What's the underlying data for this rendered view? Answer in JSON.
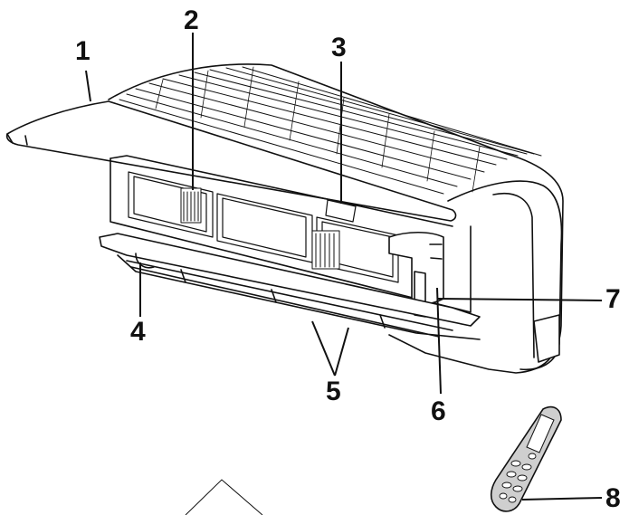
{
  "callouts": [
    {
      "id": "1",
      "text": "1"
    },
    {
      "id": "2",
      "text": "2"
    },
    {
      "id": "3",
      "text": "3"
    },
    {
      "id": "4",
      "text": "4"
    },
    {
      "id": "5",
      "text": "5"
    },
    {
      "id": "6",
      "text": "6"
    },
    {
      "id": "7",
      "text": "7"
    },
    {
      "id": "8",
      "text": "8"
    }
  ],
  "parts": [
    {
      "name": "front-panel"
    },
    {
      "name": "air-filter"
    },
    {
      "name": "display-panel"
    },
    {
      "name": "horizontal-louver"
    },
    {
      "name": "air-outlet-louvers"
    },
    {
      "name": "emergency-button"
    },
    {
      "name": "power-compartment"
    },
    {
      "name": "remote-controller"
    }
  ],
  "colors": {
    "line": "#111111",
    "fill": "#ffffff",
    "shade": "#d8d8d8"
  }
}
